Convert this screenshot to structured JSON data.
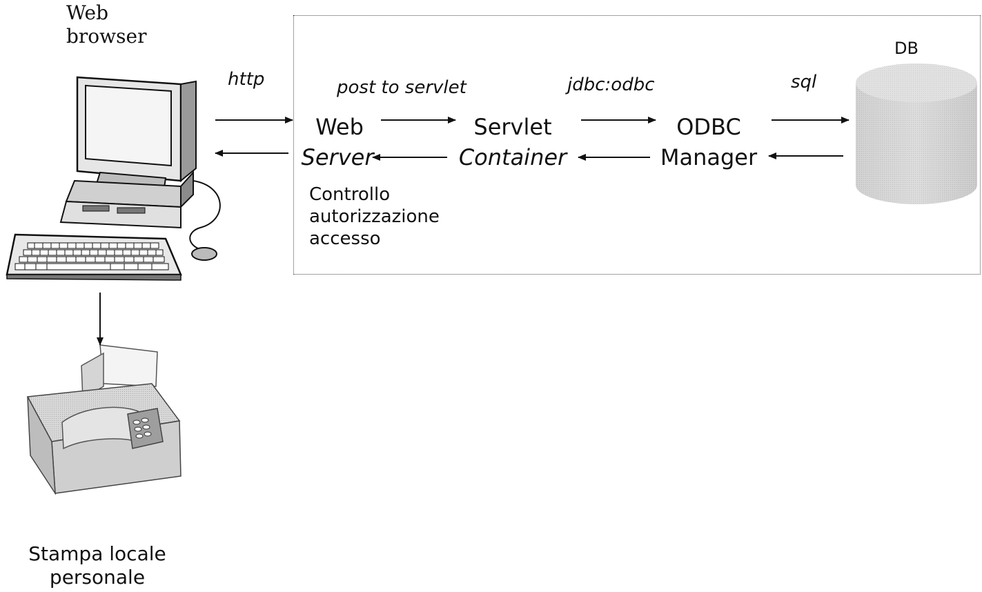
{
  "client": {
    "label_line1": "Web",
    "label_line2": "browser"
  },
  "printer": {
    "label_line1": "Stampa locale",
    "label_line2": "personale"
  },
  "database": {
    "label": "DB"
  },
  "protocols": {
    "http": "http",
    "post_to_servlet": "post to servlet",
    "jdbc_odbc": "jdbc:odbc",
    "sql": "sql"
  },
  "components": {
    "web_server": {
      "line1": "Web",
      "line2": "Server"
    },
    "servlet_container": {
      "line1": "Servlet",
      "line2": "Container"
    },
    "odbc_manager": {
      "line1": "ODBC",
      "line2": "Manager"
    }
  },
  "notes": {
    "access_control_line1": "Controllo",
    "access_control_line2": "autorizzazione",
    "access_control_line3": "accesso"
  }
}
